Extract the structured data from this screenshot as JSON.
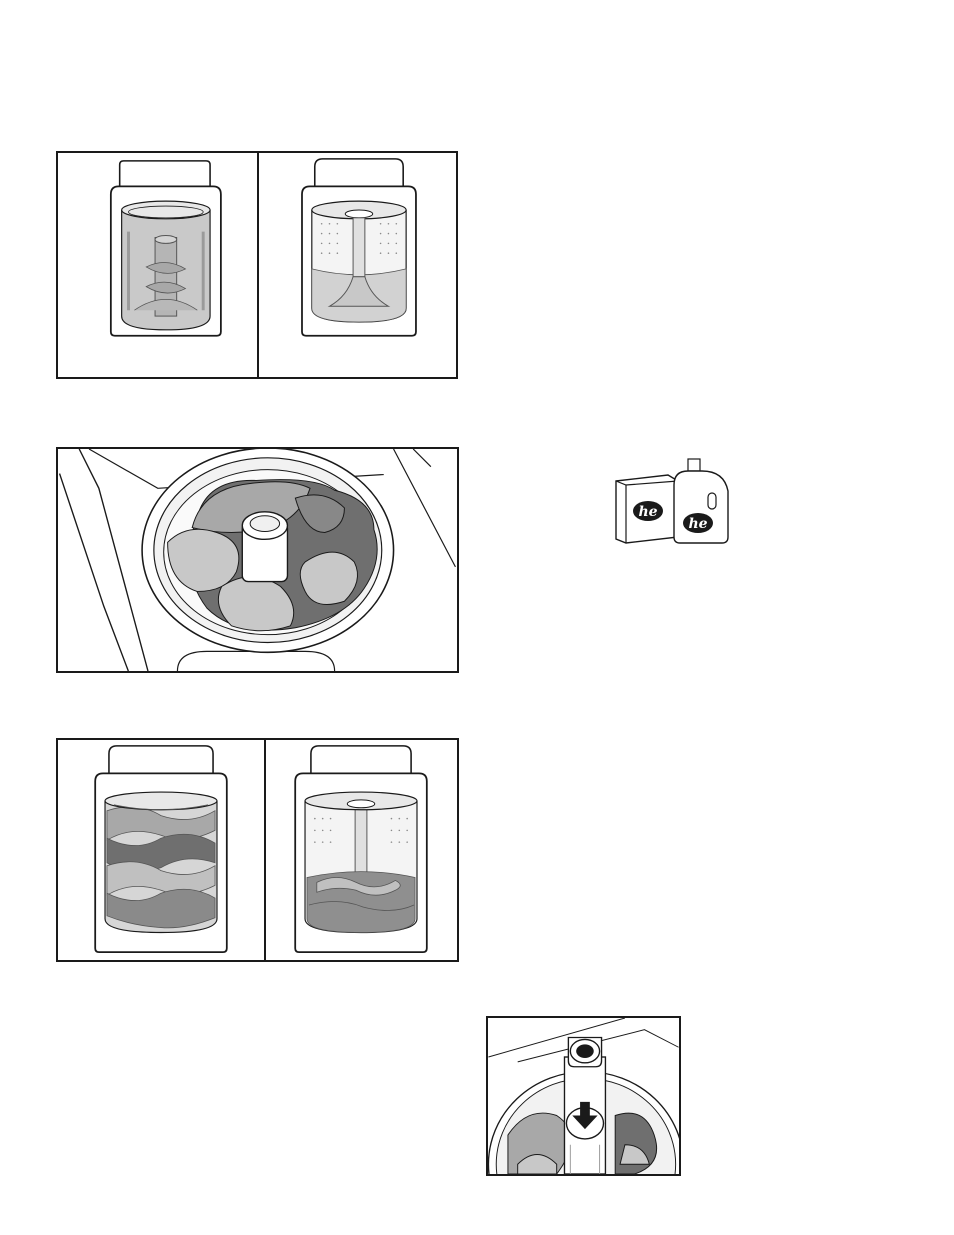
{
  "figures": {
    "washer_comparison": {
      "left": "agitator-washer",
      "right": "impeller-washer"
    },
    "loaded_basket": {
      "subject": "washer-basket-loaded-clothes"
    },
    "loading_comparison": {
      "left": "agitator-washer-loaded",
      "right": "impeller-washer-loaded"
    },
    "detergent": {
      "box_label": "he",
      "bottle_label": "he"
    },
    "fabric_softener_dispenser": {
      "arrow": "down-arrow-icon"
    }
  },
  "colors": {
    "line": "#1a1a1a",
    "light_gray": "#d6d6d6",
    "mid_gray": "#a8a8a8",
    "dark_gray": "#6f6f6f",
    "darker_gray": "#555555"
  }
}
